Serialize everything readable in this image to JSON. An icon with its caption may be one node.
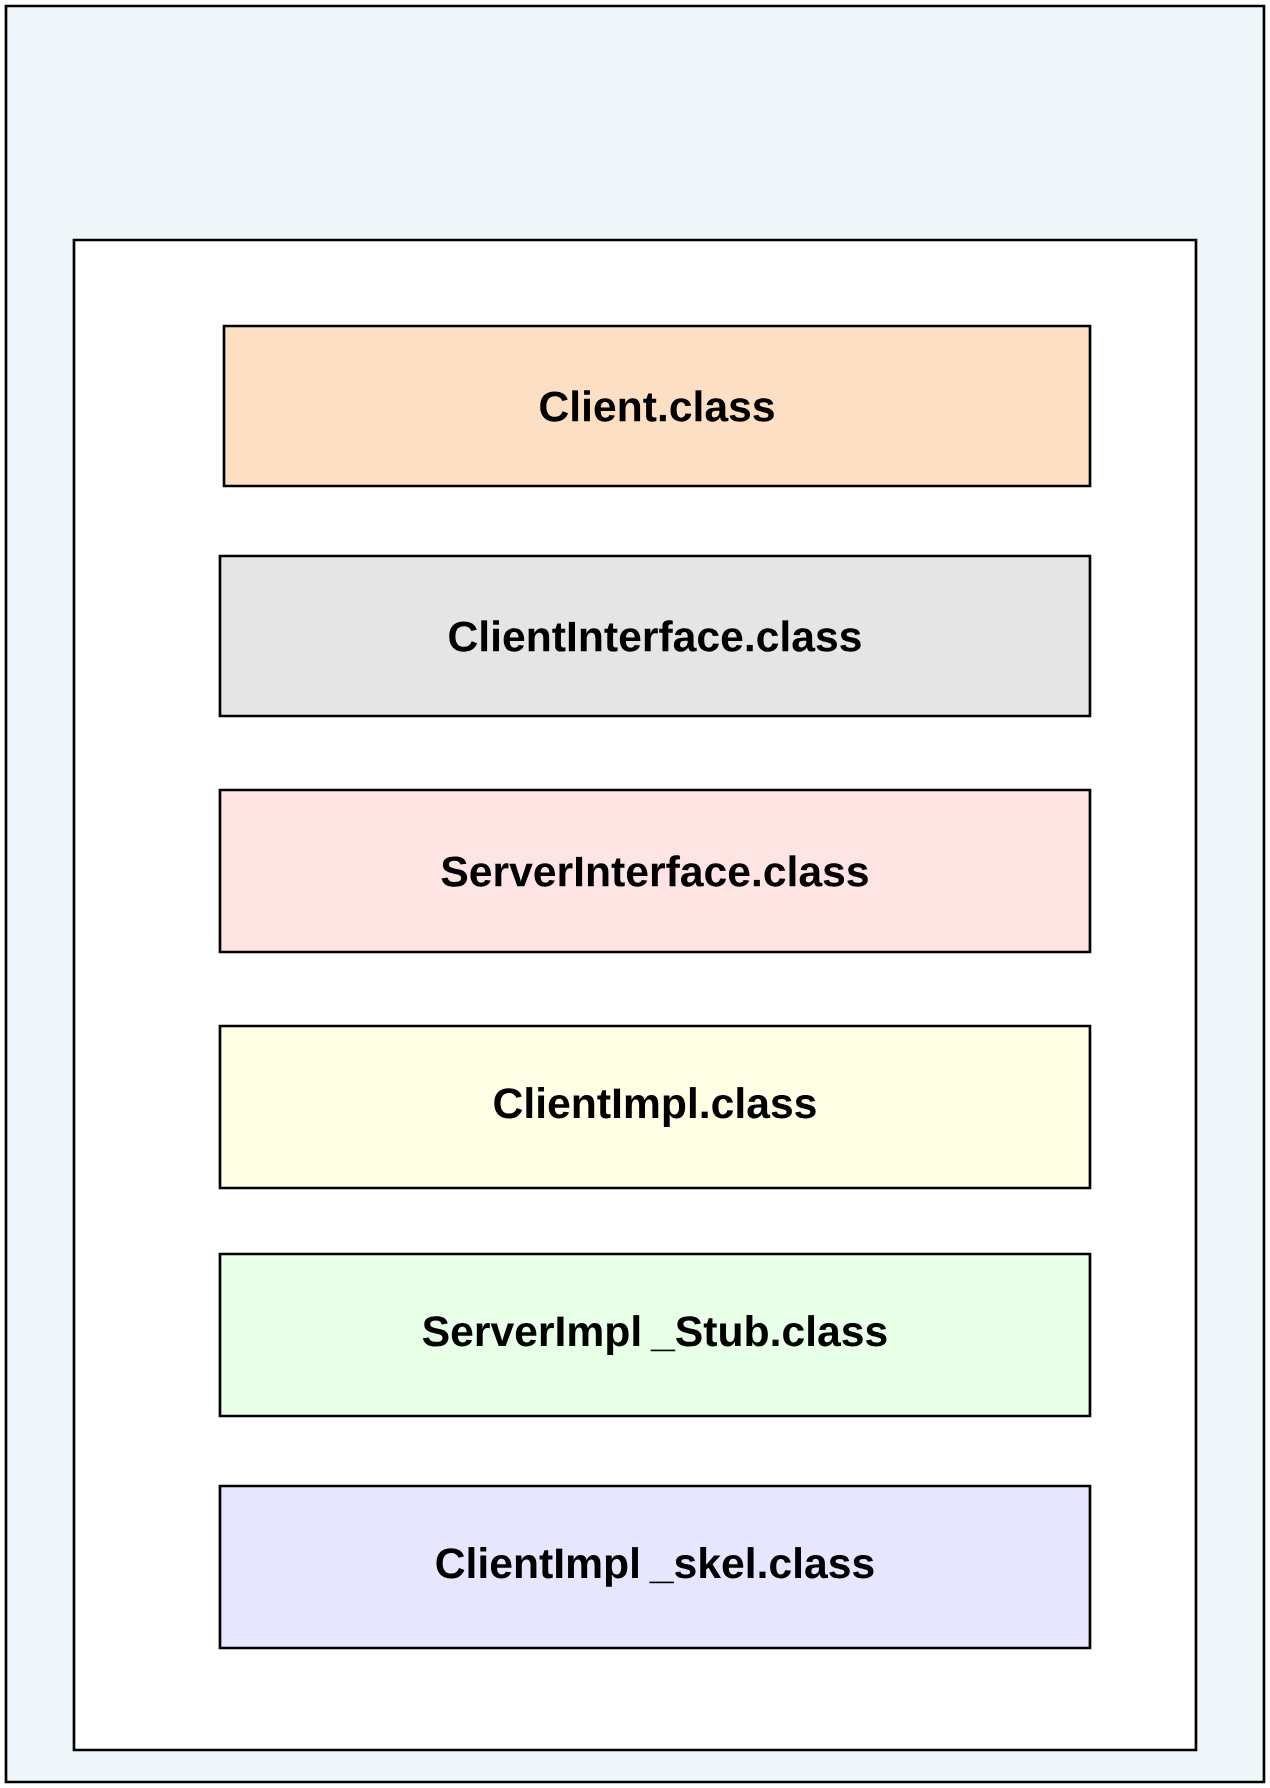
{
  "diagram": {
    "nodes": [
      {
        "text": [],
        "shape": "box"
      },
      {
        "text": [],
        "shape": "box",
        "in": 0
      },
      {
        "text": [
          "Client.class"
        ],
        "in": 1
      },
      {
        "text": [
          "ClientInterface.class"
        ],
        "in": 1
      },
      {
        "text": [
          "ServerInterface.class"
        ],
        "in": 1
      },
      {
        "text": [
          "ClientImpl.class"
        ],
        "in": 1
      },
      {
        "text": [
          "ServerImpl _Stub.class"
        ],
        "in": 1
      },
      {
        "text": [
          "ClientImpl _skel.class"
        ],
        "in": 1
      }
    ]
  }
}
